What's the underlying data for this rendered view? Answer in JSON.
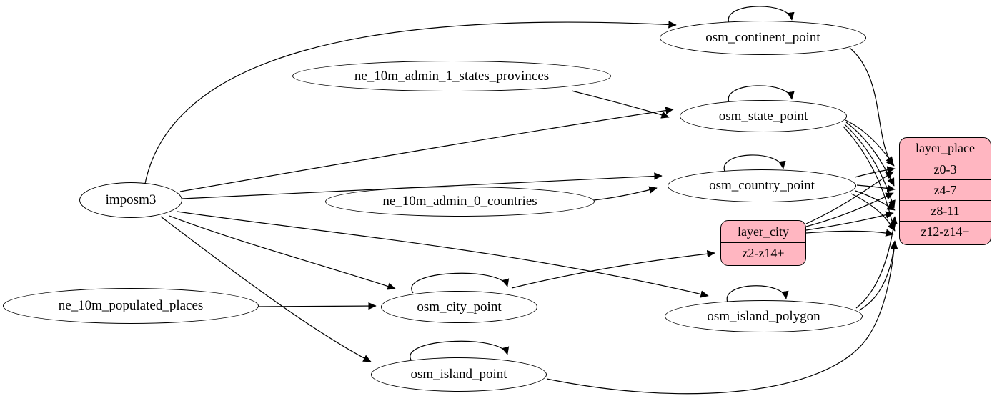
{
  "diagram": {
    "type": "etl-graph",
    "colors": {
      "record_fill": "#ffb6c1",
      "stroke": "#000000",
      "background": "#ffffff"
    },
    "nodes": {
      "imposm3": "imposm3",
      "ne_10m_admin_1_states_provinces": "ne_10m_admin_1_states_provinces",
      "ne_10m_admin_0_countries": "ne_10m_admin_0_countries",
      "ne_10m_populated_places": "ne_10m_populated_places",
      "osm_continent_point": "osm_continent_point",
      "osm_state_point": "osm_state_point",
      "osm_country_point": "osm_country_point",
      "osm_city_point": "osm_city_point",
      "osm_island_polygon": "osm_island_polygon",
      "osm_island_point": "osm_island_point"
    },
    "records": {
      "layer_place": {
        "title": "layer_place",
        "rows": [
          "z0-3",
          "z4-7",
          "z8-11",
          "z12-z14+"
        ]
      },
      "layer_city": {
        "title": "layer_city",
        "rows": [
          "z2-z14+"
        ]
      }
    },
    "edges": [
      [
        "imposm3",
        "osm_continent_point"
      ],
      [
        "imposm3",
        "osm_state_point"
      ],
      [
        "imposm3",
        "osm_country_point"
      ],
      [
        "imposm3",
        "osm_city_point"
      ],
      [
        "imposm3",
        "osm_island_polygon"
      ],
      [
        "imposm3",
        "osm_island_point"
      ],
      [
        "ne_10m_admin_1_states_provinces",
        "osm_state_point"
      ],
      [
        "ne_10m_admin_0_countries",
        "osm_country_point"
      ],
      [
        "ne_10m_populated_places",
        "osm_city_point"
      ],
      [
        "osm_continent_point",
        "osm_continent_point"
      ],
      [
        "osm_state_point",
        "osm_state_point"
      ],
      [
        "osm_country_point",
        "osm_country_point"
      ],
      [
        "osm_city_point",
        "osm_city_point"
      ],
      [
        "osm_island_polygon",
        "osm_island_polygon"
      ],
      [
        "osm_island_point",
        "osm_island_point"
      ],
      [
        "osm_continent_point",
        "layer_place:z0-3"
      ],
      [
        "osm_state_point",
        "layer_place:z0-3"
      ],
      [
        "osm_state_point",
        "layer_place:z4-7"
      ],
      [
        "osm_state_point",
        "layer_place:z8-11"
      ],
      [
        "osm_state_point",
        "layer_place:z12-z14+"
      ],
      [
        "osm_country_point",
        "layer_place:z0-3"
      ],
      [
        "osm_country_point",
        "layer_place:z4-7"
      ],
      [
        "osm_country_point",
        "layer_place:z8-11"
      ],
      [
        "osm_country_point",
        "layer_place:z12-z14+"
      ],
      [
        "osm_city_point",
        "layer_city:z2-z14+"
      ],
      [
        "layer_city",
        "layer_place:z0-3"
      ],
      [
        "layer_city",
        "layer_place:z4-7"
      ],
      [
        "layer_city",
        "layer_place:z8-11"
      ],
      [
        "layer_city",
        "layer_place:z12-z14+"
      ],
      [
        "osm_island_polygon",
        "layer_place:z8-11"
      ],
      [
        "osm_island_polygon",
        "layer_place:z12-z14+"
      ],
      [
        "osm_island_point",
        "layer_place:z12-z14+"
      ]
    ]
  }
}
